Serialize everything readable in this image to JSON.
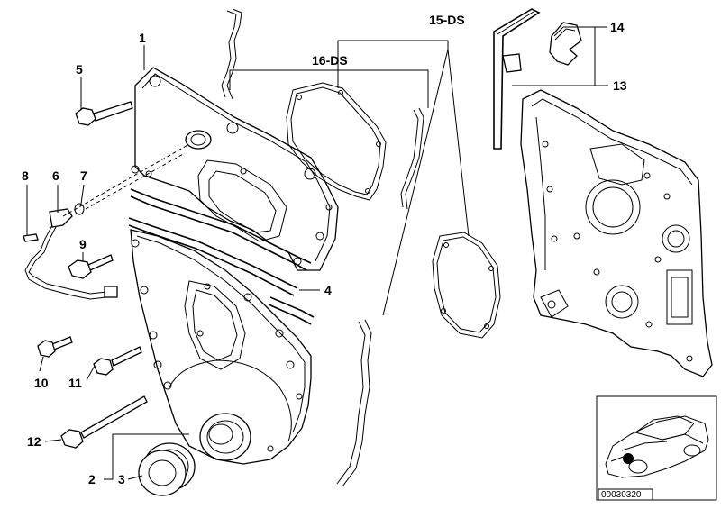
{
  "labels": {
    "p1": "1",
    "p2": "2",
    "p3": "3",
    "p4": "4",
    "p5": "5",
    "p6": "6",
    "p7": "7",
    "p8": "8",
    "p9": "9",
    "p10": "10",
    "p11": "11",
    "p12": "12",
    "p13": "13",
    "p14": "14",
    "p15": "15-DS",
    "p16": "16-DS"
  },
  "inset": {
    "ref_code": "00030320"
  }
}
